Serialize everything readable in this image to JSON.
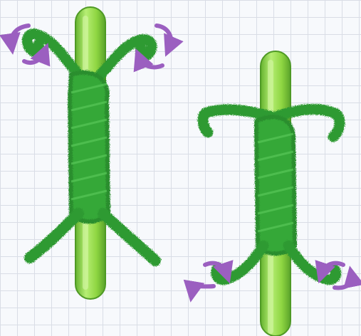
{
  "scene": {
    "background": "#f7f9fc",
    "grid_color": "#d9dde6",
    "stick_color": "#8fd642",
    "pipe_cleaner_color": "#33a336",
    "arrow_color": "#9b5fc0"
  },
  "figures": [
    {
      "name": "left-figure",
      "arms_at": "top",
      "legs_at": "bottom",
      "twist_arrows": "arms"
    },
    {
      "name": "right-figure",
      "arms_at": "top",
      "legs_at": "bottom",
      "twist_arrows": "legs"
    }
  ]
}
